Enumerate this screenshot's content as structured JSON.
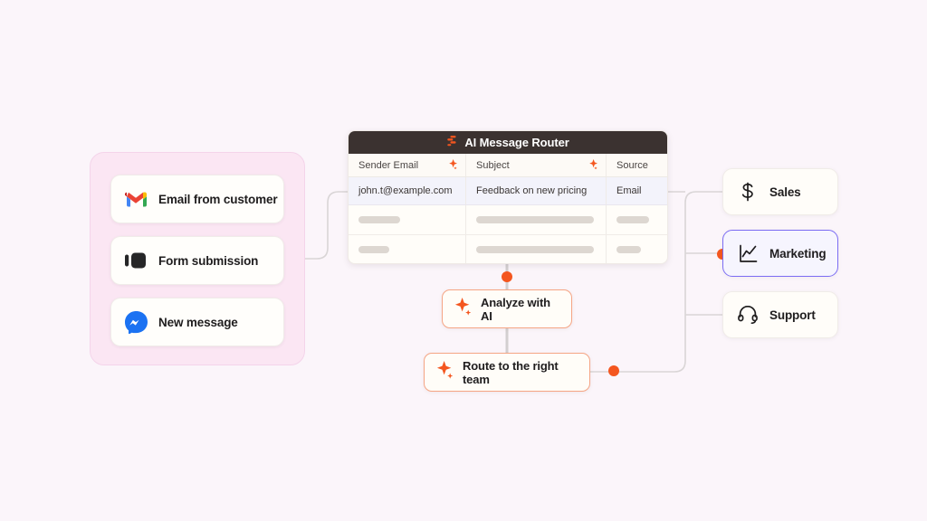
{
  "page": {
    "background_color": "#fbf5fa",
    "accent_orange": "#f4561f",
    "accent_purple": "#7b6cf3"
  },
  "sources_panel": {
    "name": "message-sources",
    "background_color": "#fbe6f3",
    "items": [
      {
        "label": "Email from customer",
        "icon": "gmail-icon"
      },
      {
        "label": "Form submission",
        "icon": "typeform-icon"
      },
      {
        "label": "New message",
        "icon": "messenger-icon"
      }
    ]
  },
  "table": {
    "title": "AI Message Router",
    "title_icon": "ai-router-icon",
    "columns": [
      {
        "label": "Sender Email",
        "icon": "ai-sparkle-icon"
      },
      {
        "label": "Subject",
        "icon": "ai-sparkle-icon"
      },
      {
        "label": "Source",
        "icon": ""
      }
    ],
    "active_row": {
      "sender_email": "john.t@example.com",
      "subject": "Feedback on new pricing",
      "source": "Email"
    },
    "placeholder_rows": 2
  },
  "ai_nodes": [
    {
      "label": "Analyze with AI",
      "icon": "ai-sparkle-icon"
    },
    {
      "label": "Route to the right team",
      "icon": "ai-sparkle-icon"
    }
  ],
  "teams": [
    {
      "label": "Sales",
      "icon": "dollar-icon",
      "selected": false
    },
    {
      "label": "Marketing",
      "icon": "line-chart-icon",
      "selected": true
    },
    {
      "label": "Support",
      "icon": "headset-icon",
      "selected": false
    }
  ]
}
